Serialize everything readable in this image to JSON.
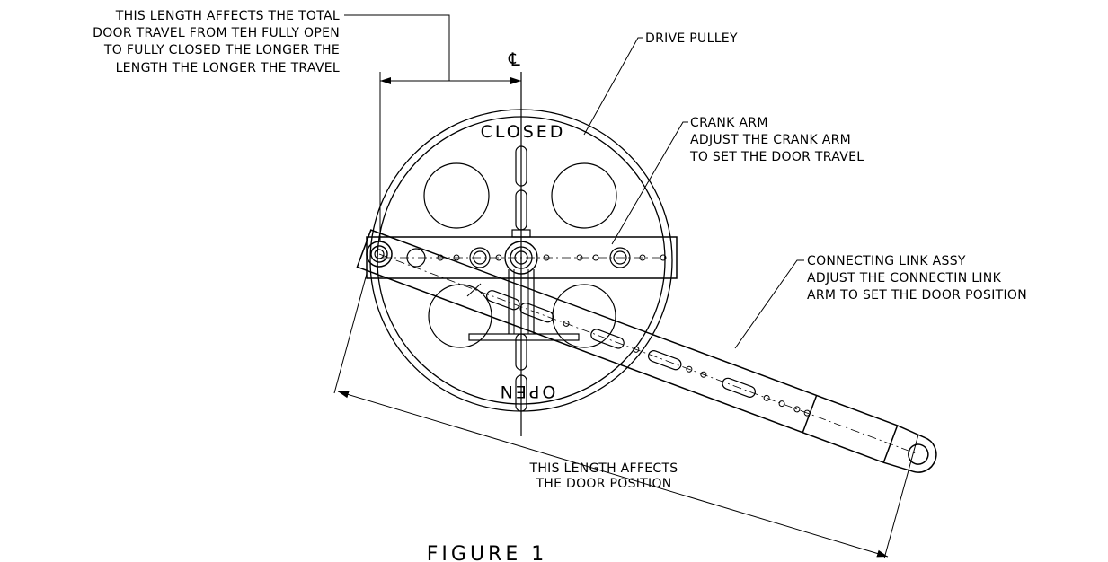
{
  "notes": {
    "travel": [
      "THIS LENGTH AFFECTS THE TOTAL",
      "DOOR TRAVEL FROM TEH FULLY OPEN",
      "TO FULLY CLOSED THE LONGER THE",
      "LENGTH THE LONGER THE TRAVEL"
    ],
    "drive_pulley": "DRIVE PULLEY",
    "crank_arm": [
      "CRANK ARM",
      "ADJUST THE CRANK ARM",
      "TO SET THE DOOR TRAVEL"
    ],
    "connecting_link": [
      "CONNECTING LINK ASSY",
      "ADJUST THE CONNECTIN LINK",
      "ARM TO SET THE DOOR POSITION"
    ],
    "position": [
      "THIS LENGTH AFFECTS",
      "THE DOOR POSITION"
    ]
  },
  "labels": {
    "centerline": "℄",
    "closed": "CLOSED",
    "open": "OPEN"
  },
  "figure_title": "FIGURE 1"
}
